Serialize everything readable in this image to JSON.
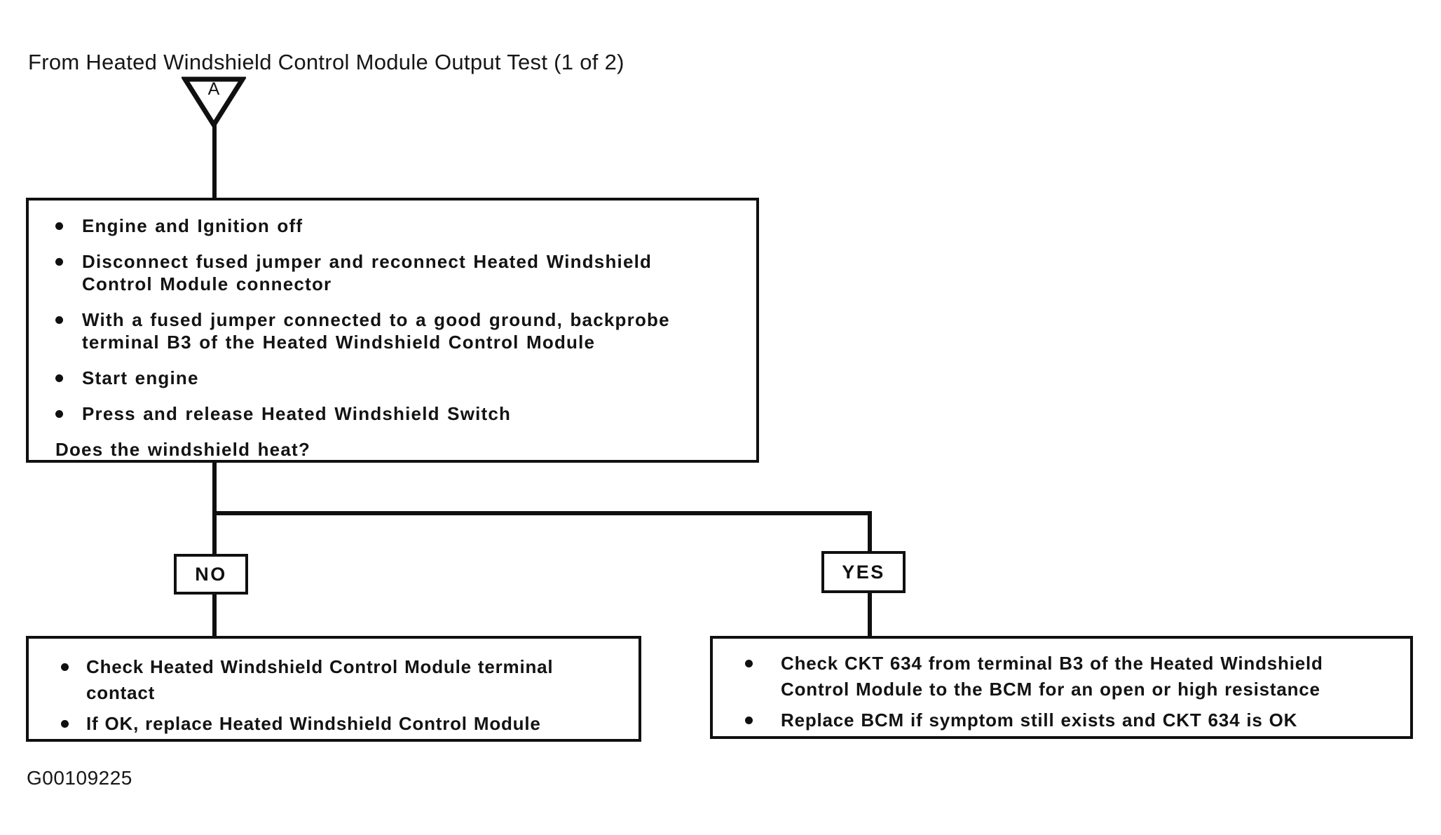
{
  "page": {
    "title": "From Heated Windshield Control Module Output Test (1 of 2)",
    "figure_id": "G00109225"
  },
  "connector": {
    "label": "A"
  },
  "procedure_box": {
    "bullets": [
      [
        "Engine and Ignition off"
      ],
      [
        "Disconnect fused jumper and reconnect Heated Windshield",
        "Control Module connector"
      ],
      [
        "With a fused jumper connected to a good ground, backprobe",
        "terminal B3 of the Heated Windshield Control Module"
      ],
      [
        "Start engine"
      ],
      [
        "Press and release Heated Windshield Switch"
      ]
    ],
    "question": "Does the windshield heat?"
  },
  "no_branch": {
    "label": "NO",
    "bullets": [
      [
        "Check Heated Windshield Control Module terminal",
        "contact"
      ],
      [
        "If OK, replace Heated Windshield Control Module"
      ]
    ]
  },
  "yes_branch": {
    "label": "YES",
    "bullets": [
      [
        "Check CKT 634 from terminal B3 of the Heated Windshield",
        "Control Module to the BCM for an open or high resistance"
      ],
      [
        "Replace BCM if symptom still exists and CKT 634 is OK"
      ]
    ]
  },
  "colors": {
    "ink": "#101010",
    "paper": "#ffffff"
  }
}
